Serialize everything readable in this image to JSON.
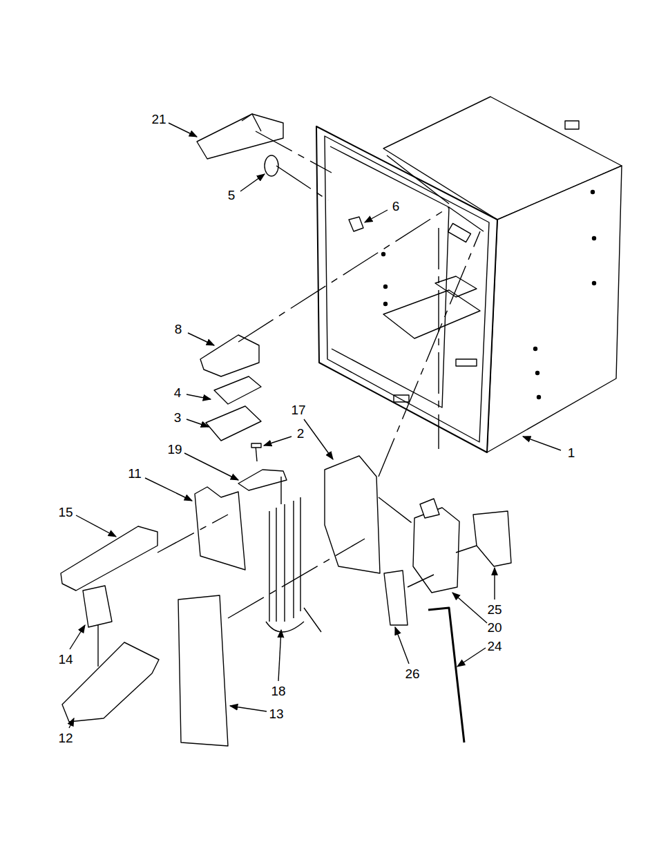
{
  "diagram": {
    "labels": [
      "21",
      "5",
      "6",
      "8",
      "4",
      "3",
      "17",
      "2",
      "19",
      "11",
      "1",
      "15",
      "25",
      "20",
      "14",
      "24",
      "26",
      "18",
      "13",
      "12"
    ]
  }
}
